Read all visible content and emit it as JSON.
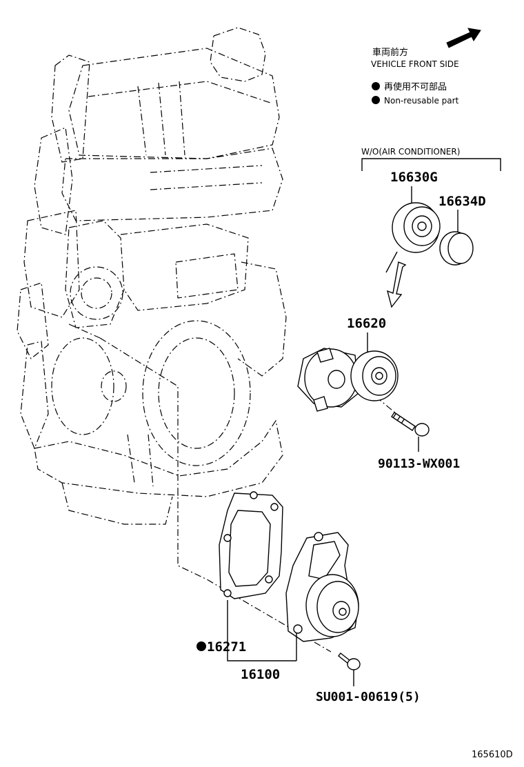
{
  "legend": {
    "front_jp": "車両前方",
    "front_en": "VEHICLE FRONT SIDE",
    "nonreusable_jp": "再使用不可部品",
    "nonreusable_en": "Non-reusable part"
  },
  "group_label": "W/O(AIR CONDITIONER)",
  "parts": [
    {
      "number": "16630G",
      "name": "idler-pulley"
    },
    {
      "number": "16634D",
      "name": "pulley-cover"
    },
    {
      "number": "16620",
      "name": "belt-tensioner"
    },
    {
      "number": "90113-WX001",
      "name": "tensioner-bolt"
    },
    {
      "number": "16271",
      "name": "water-pump-gasket",
      "non_reusable": true
    },
    {
      "number": "16100",
      "name": "water-pump"
    },
    {
      "number": "SU001-00619(5)",
      "name": "water-pump-bolt"
    }
  ],
  "diagram_id": "165610D"
}
